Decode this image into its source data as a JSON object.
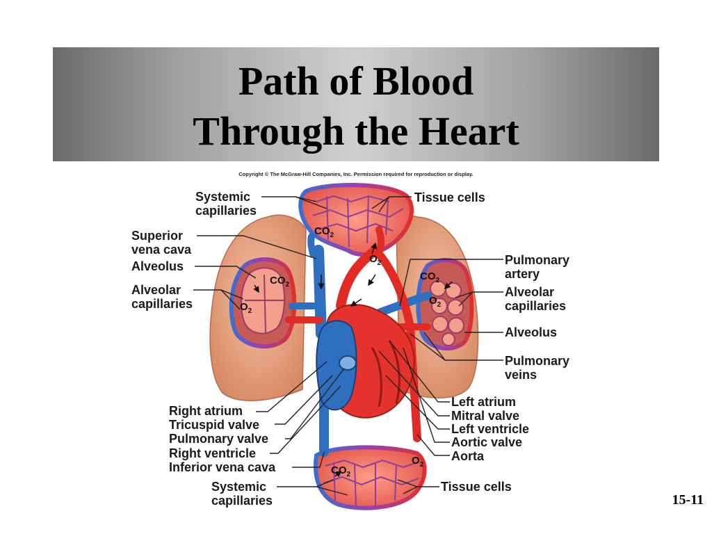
{
  "slide": {
    "title_line1": "Path of Blood",
    "title_line2": "Through the Heart",
    "copyright": "Copyright © The McGraw-Hill Companies, Inc. Permission required for reproduction or display.",
    "slide_number": "15-11"
  },
  "labels": {
    "systemic_capillaries_top": "Systemic\ncapillaries",
    "tissue_cells_top": "Tissue cells",
    "superior_vena_cava": "Superior\nvena cava",
    "alveolus_left": "Alveolus",
    "alveolar_capillaries_left": "Alveolar\ncapillaries",
    "pulmonary_artery": "Pulmonary\nartery",
    "alveolar_capillaries_right": "Alveolar\ncapillaries",
    "alveolus_right": "Alveolus",
    "pulmonary_veins": "Pulmonary\nveins",
    "right_atrium": "Right atrium",
    "tricuspid_valve": "Tricuspid valve",
    "pulmonary_valve": "Pulmonary valve",
    "right_ventricle": "Right ventricle",
    "inferior_vena_cava": "Inferior vena cava",
    "systemic_capillaries_bottom": "Systemic\ncapillaries",
    "left_atrium": "Left atrium",
    "mitral_valve": "Mitral valve",
    "left_ventricle": "Left ventricle",
    "aortic_valve": "Aortic valve",
    "aorta": "Aorta",
    "tissue_cells_bottom": "Tissue cells"
  },
  "gases": {
    "co2": "CO",
    "o2": "O",
    "sub": "2"
  },
  "colors": {
    "deoxygenated": "#2f6fc0",
    "oxygenated": "#e02a24",
    "capillary": "#8a4fa8",
    "lung": "#e9a27e",
    "tissue": "#f26b5c"
  }
}
